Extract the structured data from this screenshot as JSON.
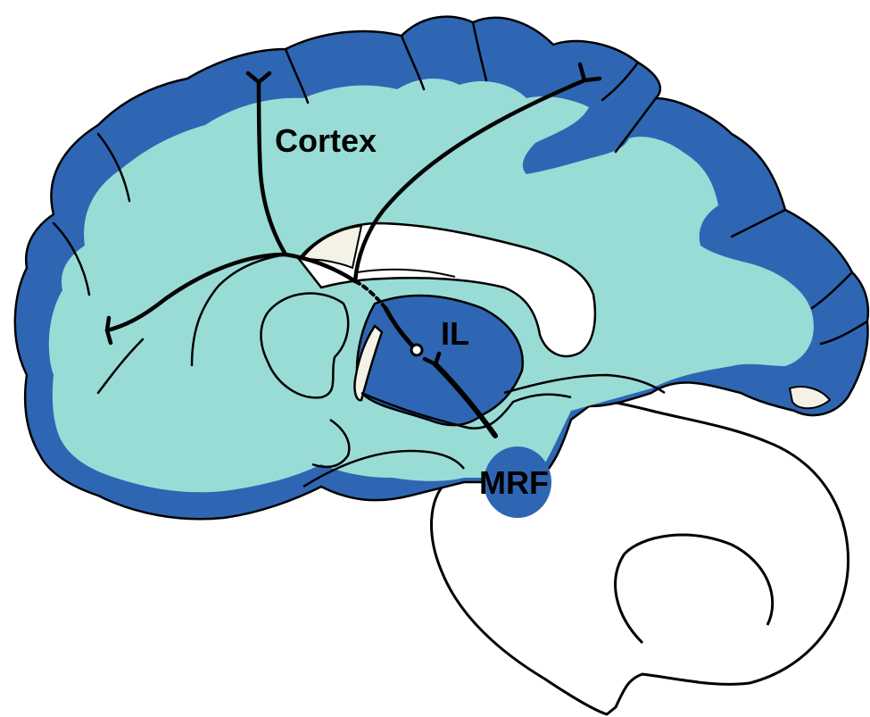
{
  "labels": {
    "cortex": "Cortex",
    "il": "IL",
    "mrf": "MRF"
  },
  "colors": {
    "gray_matter": "#2f66b3",
    "gray_matter_edge": "#4a8fd0",
    "white_matter": "#99dcd6",
    "ventricle": "#ffffff",
    "outline": "#000000",
    "cream": "#f4f1e6"
  },
  "icons": {
    "axon_terminal": "fork-terminal-icon",
    "cell_body": "open-circle-icon"
  }
}
